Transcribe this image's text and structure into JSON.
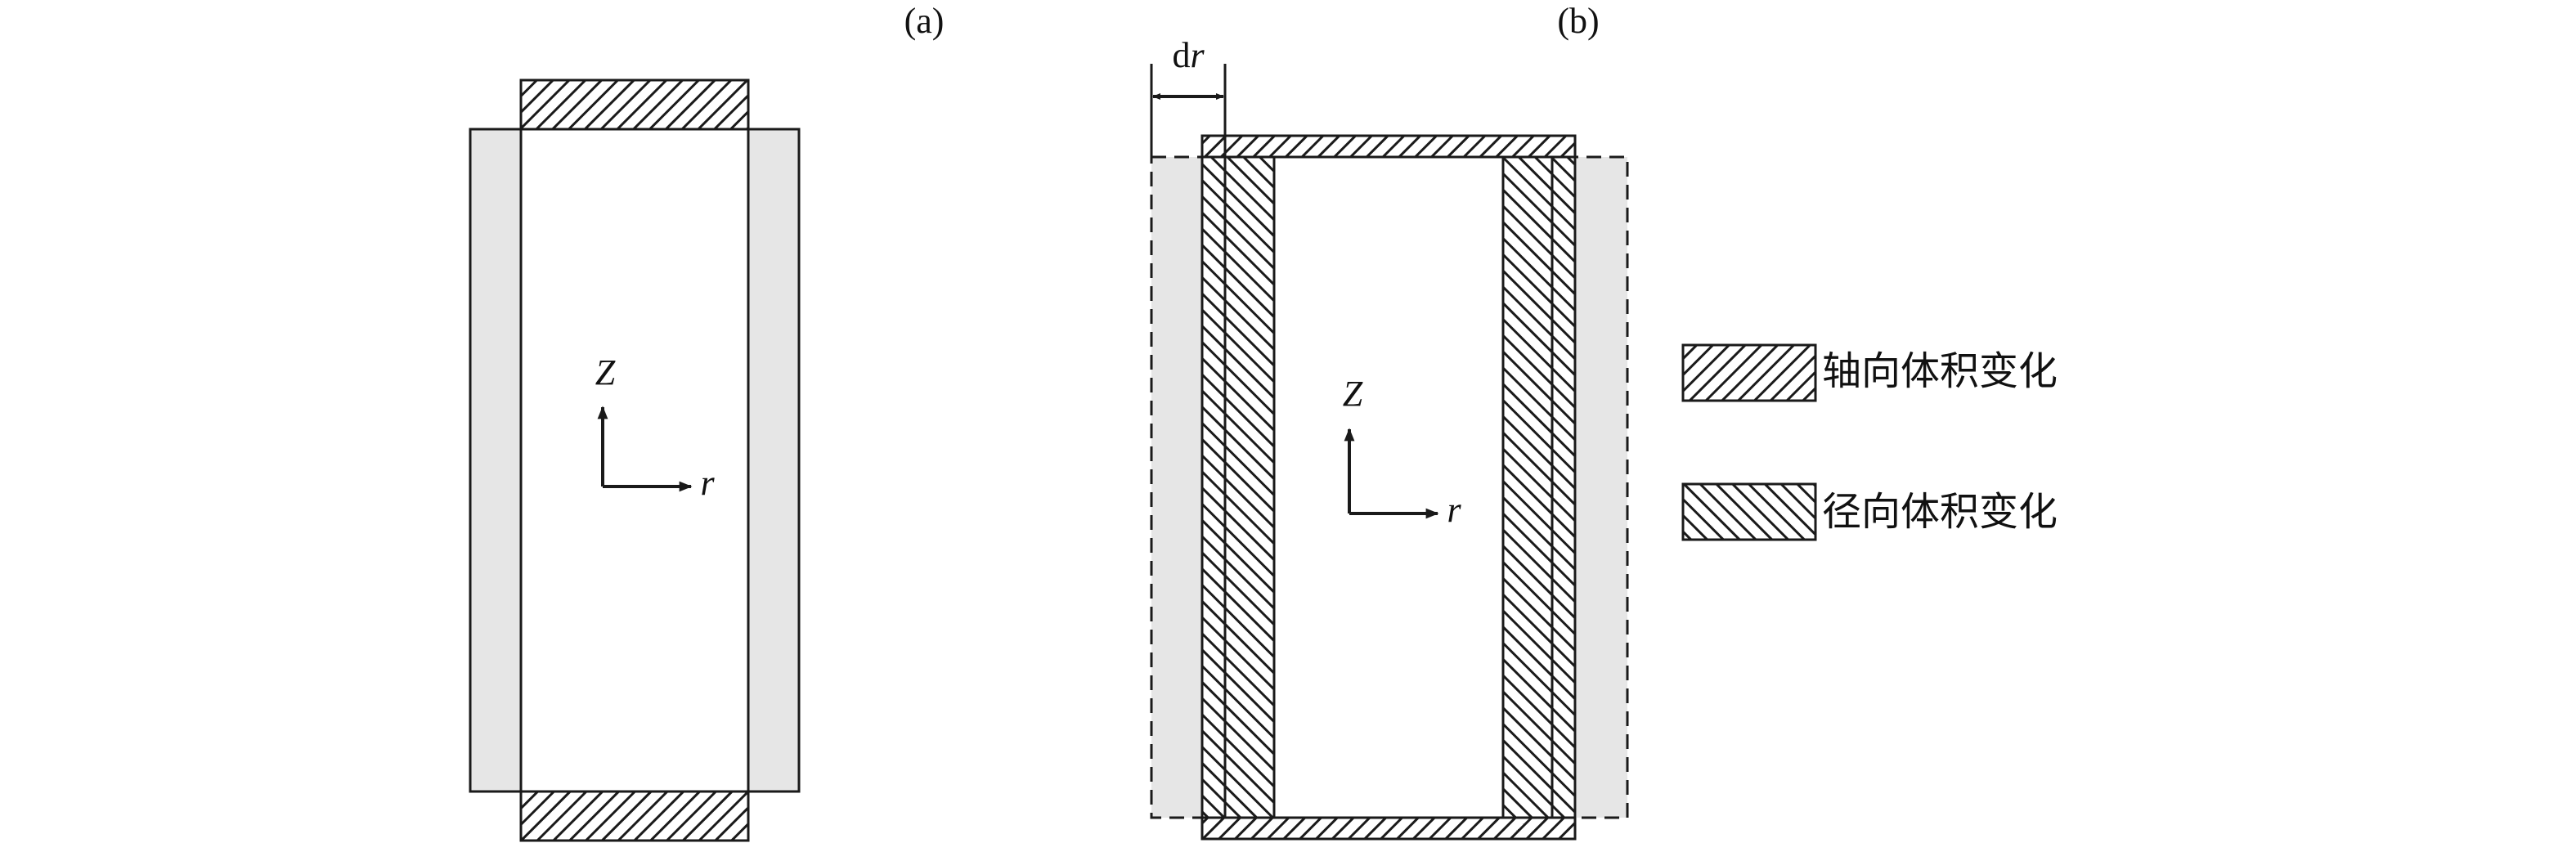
{
  "panels": {
    "a": {
      "label": "(a)",
      "z_label": "Z",
      "r_label": "r"
    },
    "b": {
      "label": "(b)",
      "z_label": "Z",
      "r_label": "r",
      "dr_prefix": "d",
      "dr_var": "r"
    }
  },
  "legend": {
    "items": [
      {
        "label": "轴向体积变化",
        "pattern": "axial-hatch"
      },
      {
        "label": "径向体积变化",
        "pattern": "radial-hatch"
      }
    ]
  },
  "colors": {
    "stroke": "#1a1a1a",
    "wall_fill": "#e6e6e6",
    "background": "#ffffff"
  }
}
